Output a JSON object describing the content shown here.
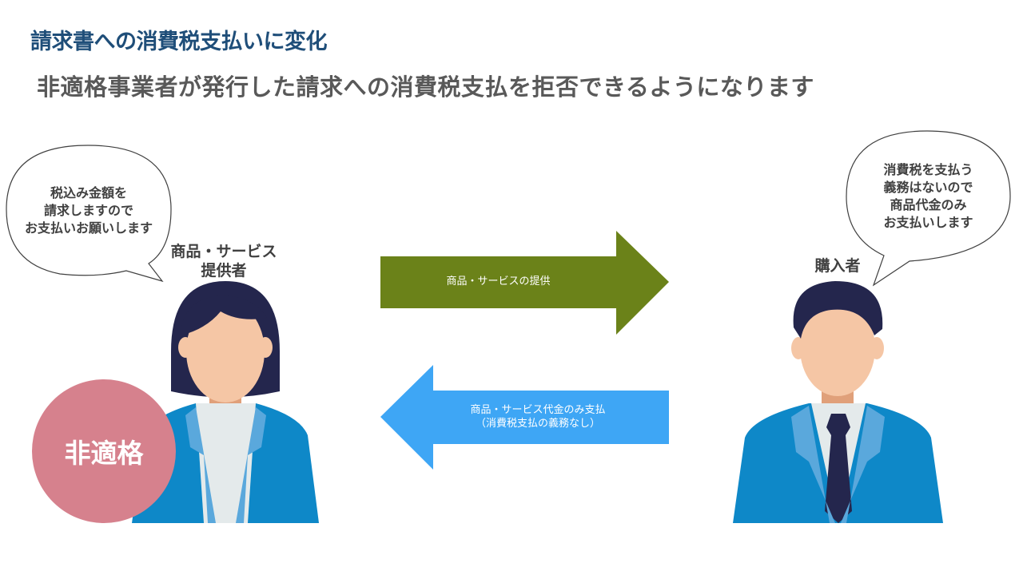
{
  "header": {
    "title": "請求書への消費税支払いに変化",
    "subtitle": "非適格事業者が発行した請求への消費税支払を拒否できるようになります"
  },
  "seller": {
    "speech_lines": [
      "税込み金額を",
      "請求しますので",
      "お支払いお願いします"
    ],
    "label_lines": [
      "商品・サービス",
      "提供者"
    ],
    "badge": "非適格"
  },
  "buyer": {
    "speech_lines": [
      "消費税を支払う",
      "義務はないので",
      "商品代金のみ",
      "お支払いします"
    ],
    "label": "購入者"
  },
  "flows": {
    "provide": "商品・サービスの提供",
    "payment_line1": "商品・サービス代金のみ支払",
    "payment_line2": "（消費税支払の義務なし）"
  },
  "colors": {
    "title": "#1f4e79",
    "subtitle": "#595959",
    "provide_arrow": "#6b8219",
    "payment_arrow": "#3ea6f5",
    "badge": "#d6818d",
    "hair": "#24264d",
    "skin": "#f5c6a5",
    "suit": "#0e88c8",
    "lapel": "#5aa8dc"
  }
}
